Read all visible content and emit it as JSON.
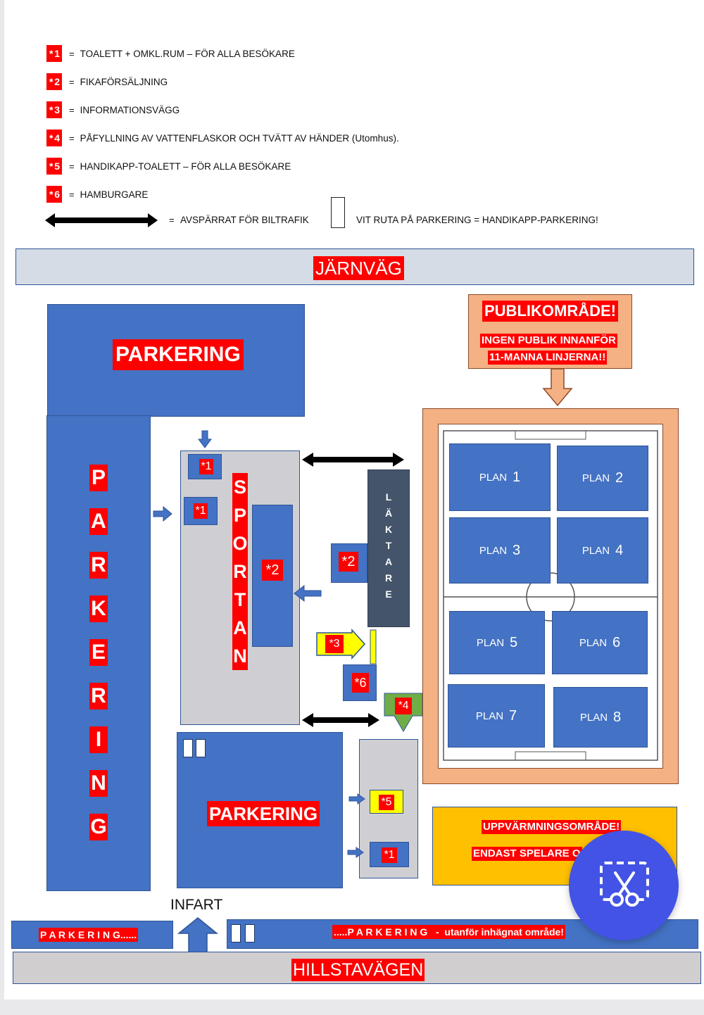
{
  "legend": {
    "items": [
      {
        "code": "* 1",
        "eq": "=",
        "text": "TOALETT + OMKL.RUM – FÖR ALLA BESÖKARE"
      },
      {
        "code": "* 2",
        "eq": "=",
        "text": "FIKAFÖRSÄLJNING"
      },
      {
        "code": "* 3",
        "eq": "=",
        "text": "INFORMATIONSVÄGG"
      },
      {
        "code": "* 4",
        "eq": "=",
        "text": "PÅFYLLNING AV VATTENFLASKOR OCH TVÄTT AV HÄNDER  (Utomhus)."
      },
      {
        "code": "* 5",
        "eq": "=",
        "text": "HANDIKAPP-TOALETT – FÖR ALLA BESÖKARE"
      },
      {
        "code": "* 6",
        "eq": "=",
        "text": "HAMBURGARE"
      }
    ],
    "arrow_eq": "=",
    "arrow_text": "AVSPÄRRAT FÖR BILTRAFIK",
    "hc_text": "VIT RUTA PÅ PARKERING = HANDIKAPP-PARKERING!"
  },
  "map": {
    "railway": "JÄRNVÄG",
    "road": "HILLSTAVÄGEN",
    "parking_top": "PARKERING",
    "parking_left_letters": [
      "P",
      "A",
      "R",
      "K",
      "E",
      "R",
      "I",
      "N",
      "G"
    ],
    "parking_bottom": "PARKERING",
    "parking_strip_left": "P A R K E R I N G......",
    "parking_strip_right": ".....P A R K E R I N G   -  utanför inhägnat område!",
    "entrance": "INFART",
    "sportan_letters": [
      "S",
      "P",
      "O",
      "R",
      "T",
      "A",
      "N"
    ],
    "laktare_letters": [
      "L",
      "Ä",
      "K",
      "T",
      "A",
      "R",
      "E"
    ],
    "public": {
      "title": "PUBLIKOMRÅDE!",
      "line1": "INGEN PUBLIK INNANFÖR",
      "line2": "11-MANNA LINJERNA!!"
    },
    "warmup": {
      "line1": "UPPVÄRMNINGSOMRÅDE!",
      "line2": "ENDAST SPELARE O"
    },
    "fields": [
      {
        "label": "PLAN",
        "num": "1"
      },
      {
        "label": "PLAN",
        "num": "2"
      },
      {
        "label": "PLAN",
        "num": "3"
      },
      {
        "label": "PLAN",
        "num": "4"
      },
      {
        "label": "PLAN",
        "num": "5"
      },
      {
        "label": "PLAN",
        "num": "6"
      },
      {
        "label": "PLAN",
        "num": "7"
      },
      {
        "label": "PLAN",
        "num": "8"
      }
    ],
    "markers": {
      "toilet_a": "*1",
      "toilet_b": "*1",
      "toilet_c": "*1",
      "cafe_inside": "*2",
      "cafe_outside": "*2",
      "info": "*3",
      "water": "*4",
      "hc_toilet": "*5",
      "burger": "*6"
    }
  },
  "colors": {
    "blue": "#4472c4",
    "red": "#ff0000",
    "orange": "#f4b183",
    "amber": "#ffc000",
    "grey": "#cfcfd3",
    "fab": "#4353e5"
  },
  "fab_icon": "scissors-crop-icon"
}
